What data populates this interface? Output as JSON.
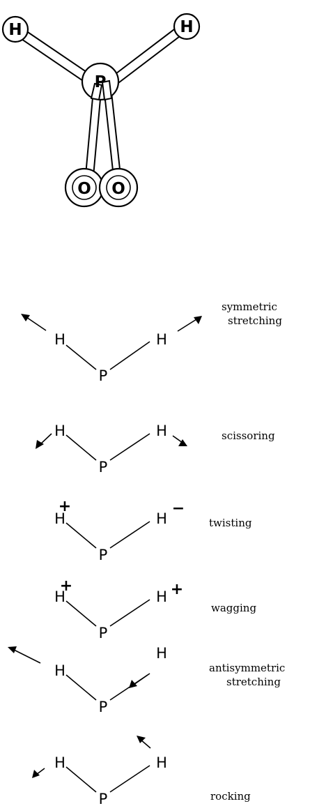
{
  "molecule": {
    "atoms": {
      "h_left": "H",
      "h_right": "H",
      "p": "P",
      "o_left": "O",
      "o_right": "O"
    }
  },
  "modes": [
    {
      "label_line1": "symmetric",
      "label_line2": "stretching",
      "atom_h": "H",
      "atom_p": "P"
    },
    {
      "label_line1": "scissoring",
      "label_line2": "",
      "atom_h": "H",
      "atom_p": "P"
    },
    {
      "label_line1": "twisting",
      "label_line2": "",
      "atom_h": "H",
      "atom_p": "P",
      "sign_left": "+",
      "sign_right": "−"
    },
    {
      "label_line1": "wagging",
      "label_line2": "",
      "atom_h": "H",
      "atom_p": "P",
      "sign_left": "+",
      "sign_right": "+"
    },
    {
      "label_line1": "antisymmetric",
      "label_line2": "stretching",
      "atom_h": "H",
      "atom_p": "P"
    },
    {
      "label_line1": "rocking",
      "label_line2": "",
      "atom_h": "H",
      "atom_p": "P"
    }
  ]
}
